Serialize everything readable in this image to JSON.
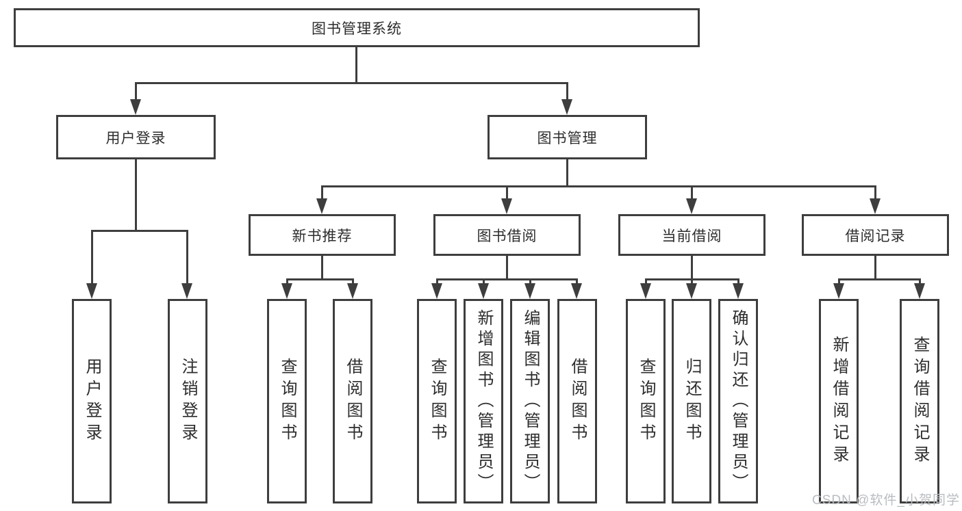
{
  "diagram": {
    "root": "图书管理系统",
    "branches": [
      {
        "label": "用户登录",
        "children": [
          "用户登录",
          "注销登录"
        ]
      },
      {
        "label": "图书管理",
        "children": [
          {
            "label": "新书推荐",
            "children": [
              "查询图书",
              "借阅图书"
            ]
          },
          {
            "label": "图书借阅",
            "children": [
              "查询图书",
              "新增图书（管理员）",
              "编辑图书（管理员）",
              "借阅图书"
            ]
          },
          {
            "label": "当前借阅",
            "children": [
              "查询图书",
              "归还图书",
              "确认归还（管理员）"
            ]
          },
          {
            "label": "借阅记录",
            "children": [
              "新增借阅记录",
              "查询借阅记录"
            ]
          }
        ]
      }
    ]
  },
  "watermark": {
    "text": "CSDN @软件_小贺同学"
  },
  "colors": {
    "line": "#3e3e3e",
    "text": "#2d2d2d",
    "watermark": "#b9bcc1",
    "background": "#ffffff"
  }
}
